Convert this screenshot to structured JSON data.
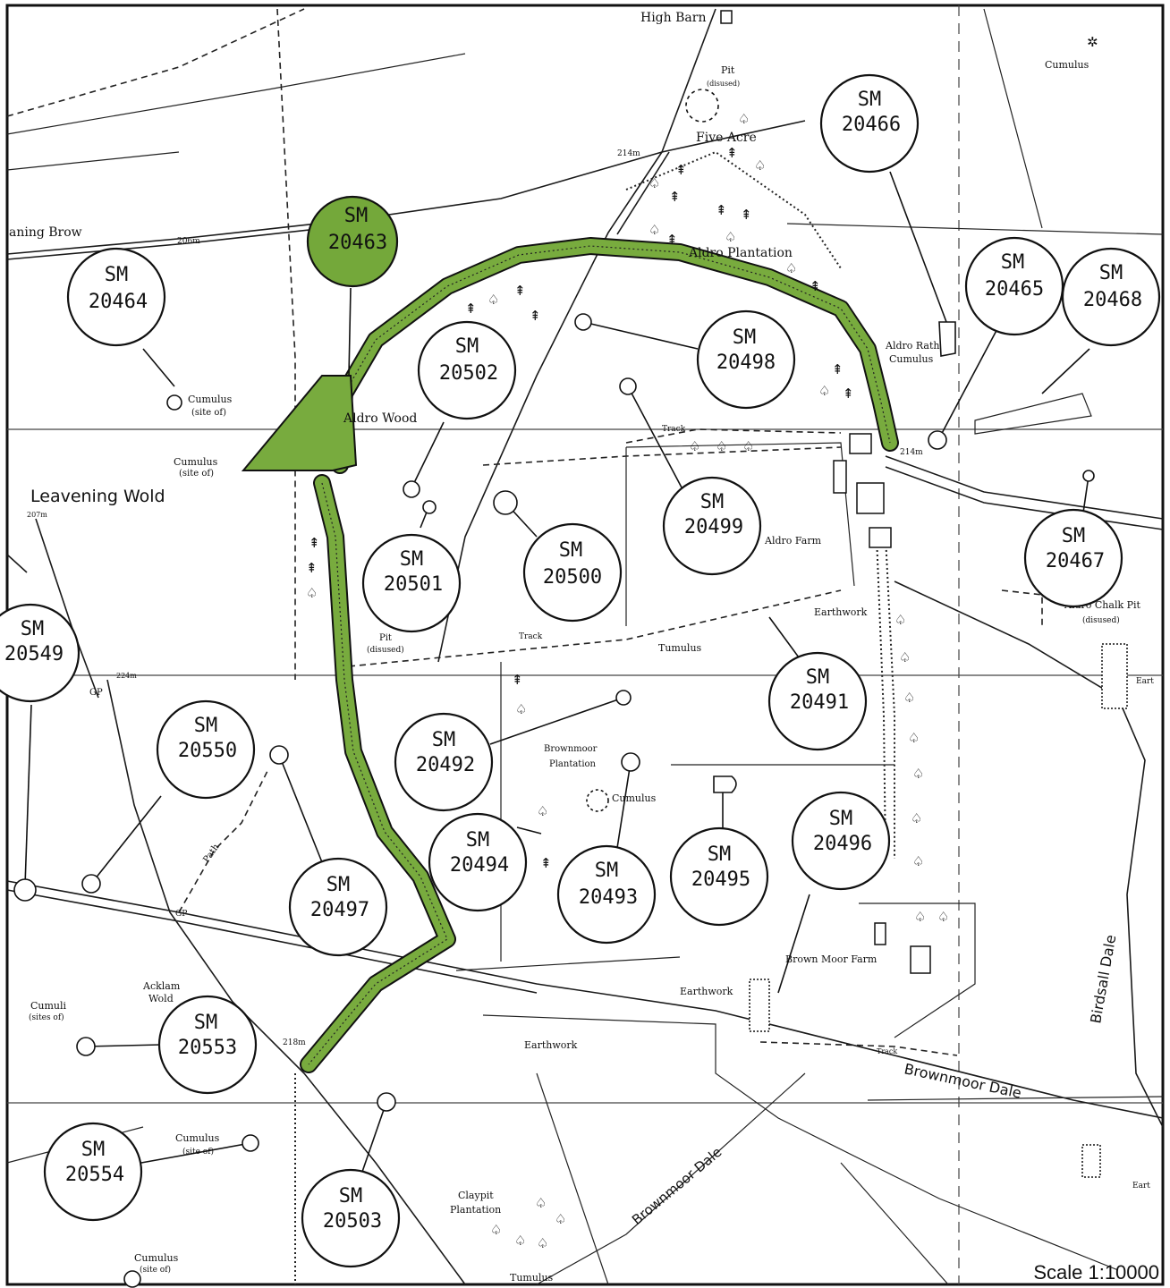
{
  "scale_label": "Scale 1:10000",
  "place_labels": [
    {
      "name": "high-barn",
      "text": "High Barn"
    },
    {
      "name": "cumulus-ne",
      "text": "Cumulus"
    },
    {
      "name": "pit-disused-n",
      "text": "Pit"
    },
    {
      "name": "pit-disused-n-note",
      "text": "(disused)"
    },
    {
      "name": "five-acre",
      "text": "Five Acre"
    },
    {
      "name": "height-214m",
      "text": "214m"
    },
    {
      "name": "leavening-brow",
      "text": "aning Brow"
    },
    {
      "name": "height-206m",
      "text": "206m"
    },
    {
      "name": "aldro-plantation",
      "text": "Aldro Plantation"
    },
    {
      "name": "aldro-rath-cumulus",
      "text": "Aldro Rath"
    },
    {
      "name": "aldro-rath-cumulus-2",
      "text": "Cumulus"
    },
    {
      "name": "cumulus-site-of-w",
      "text": "Cumulus"
    },
    {
      "name": "cumulus-site-of-w-note",
      "text": "(site of)"
    },
    {
      "name": "aldro-wood",
      "text": "Aldro Wood"
    },
    {
      "name": "track-n",
      "text": "Track"
    },
    {
      "name": "height-214m-e",
      "text": "214m"
    },
    {
      "name": "cumulus-site-of-mid",
      "text": "Cumulus"
    },
    {
      "name": "cumulus-site-of-mid-note",
      "text": "(site of)"
    },
    {
      "name": "leavening-wold",
      "text": "Leavening Wold"
    },
    {
      "name": "height-207m",
      "text": "207m"
    },
    {
      "name": "aldro-farm",
      "text": "Aldro Farm"
    },
    {
      "name": "aldro-chalk-pit",
      "text": "Aldro Chalk Pit"
    },
    {
      "name": "aldro-chalk-pit-note",
      "text": "(disused)"
    },
    {
      "name": "earthwork-1",
      "text": "Earthwork"
    },
    {
      "name": "pit-disused-mid",
      "text": "Pit"
    },
    {
      "name": "pit-disused-mid-note",
      "text": "(disused)"
    },
    {
      "name": "track-mid",
      "text": "Track"
    },
    {
      "name": "tumulus",
      "text": "Tumulus"
    },
    {
      "name": "height-224m",
      "text": "224m"
    },
    {
      "name": "gp-1",
      "text": "GP"
    },
    {
      "name": "brownmoor-plantation",
      "text": "Brownmoor"
    },
    {
      "name": "brownmoor-plantation-2",
      "text": "Plantation"
    },
    {
      "name": "cumulus-mid",
      "text": "Cumulus"
    },
    {
      "name": "path",
      "text": "Path"
    },
    {
      "name": "gp-2",
      "text": "GP"
    },
    {
      "name": "brown-moor-farm",
      "text": "Brown Moor Farm"
    },
    {
      "name": "acklam-wold",
      "text": "Acklam"
    },
    {
      "name": "acklam-wold-2",
      "text": "Wold"
    },
    {
      "name": "cumuli-sites-of",
      "text": "Cumuli"
    },
    {
      "name": "cumuli-sites-of-note",
      "text": "(sites of)"
    },
    {
      "name": "earthwork-2",
      "text": "Earthwork"
    },
    {
      "name": "earthwork-3",
      "text": "Earthwork"
    },
    {
      "name": "height-218m",
      "text": "218m"
    },
    {
      "name": "track-s",
      "text": "Track"
    },
    {
      "name": "brownmoor-dale-e",
      "text": "Brownmoor Dale"
    },
    {
      "name": "birdsall-dale",
      "text": "Birdsall Dale"
    },
    {
      "name": "brownmoor-dale-s",
      "text": "Brownmoor Dale"
    },
    {
      "name": "claypit-plantation",
      "text": "Claypit"
    },
    {
      "name": "claypit-plantation-2",
      "text": "Plantation"
    },
    {
      "name": "cumulus-site-of-sw",
      "text": "Cumulus"
    },
    {
      "name": "cumulus-site-of-sw-note",
      "text": "(site of)"
    },
    {
      "name": "cumulus-site-of-bl",
      "text": "Cumulus"
    },
    {
      "name": "cumulus-site-of-bl-note",
      "text": "(site of)"
    },
    {
      "name": "tumulus-s",
      "text": "Tumulus"
    },
    {
      "name": "earthwork-e",
      "text": "Eart"
    },
    {
      "name": "earthwork-se",
      "text": "Eart"
    }
  ],
  "monuments": [
    {
      "id": "20463",
      "prefix": "SM",
      "highlighted": true
    },
    {
      "id": "20464",
      "prefix": "SM"
    },
    {
      "id": "20466",
      "prefix": "SM"
    },
    {
      "id": "20465",
      "prefix": "SM"
    },
    {
      "id": "20468",
      "prefix": "SM"
    },
    {
      "id": "20502",
      "prefix": "SM"
    },
    {
      "id": "20498",
      "prefix": "SM"
    },
    {
      "id": "20499",
      "prefix": "SM"
    },
    {
      "id": "20467",
      "prefix": "SM"
    },
    {
      "id": "20501",
      "prefix": "SM"
    },
    {
      "id": "20500",
      "prefix": "SM"
    },
    {
      "id": "20549",
      "prefix": "SM"
    },
    {
      "id": "20491",
      "prefix": "SM"
    },
    {
      "id": "20550",
      "prefix": "SM"
    },
    {
      "id": "20492",
      "prefix": "SM"
    },
    {
      "id": "20494",
      "prefix": "SM"
    },
    {
      "id": "20493",
      "prefix": "SM"
    },
    {
      "id": "20495",
      "prefix": "SM"
    },
    {
      "id": "20496",
      "prefix": "SM"
    },
    {
      "id": "20497",
      "prefix": "SM"
    },
    {
      "id": "20553",
      "prefix": "SM"
    },
    {
      "id": "20554",
      "prefix": "SM"
    },
    {
      "id": "20503",
      "prefix": "SM"
    }
  ],
  "colors": {
    "highlight": "#74a83a",
    "route": "#78ab3e",
    "ink": "#111111"
  }
}
